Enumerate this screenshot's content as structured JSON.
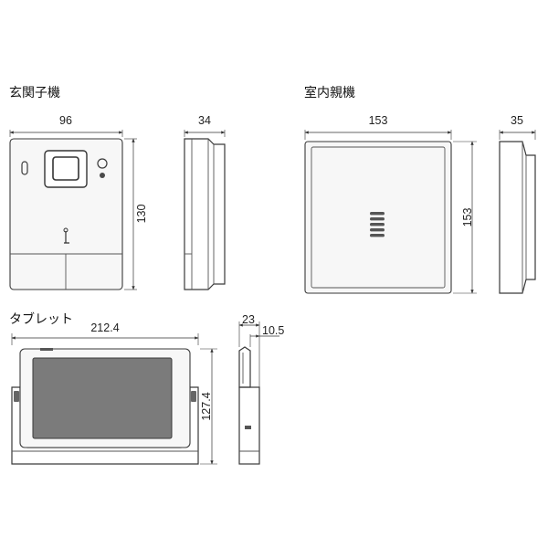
{
  "sections": {
    "entrance": {
      "title": "玄関子機",
      "front_width": "96",
      "front_height": "130",
      "side_depth": "34"
    },
    "indoor": {
      "title": "室内親機",
      "front_width": "153",
      "front_height": "153",
      "side_depth": "35"
    },
    "tablet": {
      "title": "タブレット",
      "front_width": "212.4",
      "front_height": "127.4",
      "side_depth": "23",
      "side_depth_inner": "10.5"
    }
  },
  "icons": {
    "camera": "camera-icon",
    "key": "key-icon",
    "speaker": "speaker-grille-icon"
  }
}
